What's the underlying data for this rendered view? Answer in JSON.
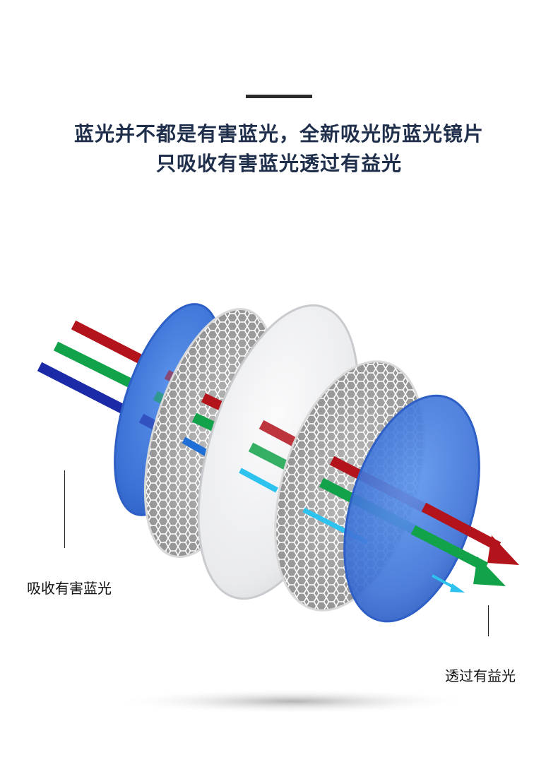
{
  "header": {
    "line1": "蓝光并不都是有害蓝光，全新吸光防蓝光镜片",
    "line2": "只吸收有害蓝光透过有益光"
  },
  "captions": {
    "absorb": "吸收有害蓝光",
    "transmit": "透过有益光"
  },
  "colors": {
    "title": "#1f2f4b",
    "beam_red": "#b3131b",
    "beam_green": "#12a24a",
    "beam_blue": "#1b2aa6",
    "beam_lightblue": "#2ec3ef",
    "lens_blue": "#3f78d8",
    "lens_white": "#f1f2f4",
    "mesh_gray": "#9a9a9a"
  }
}
